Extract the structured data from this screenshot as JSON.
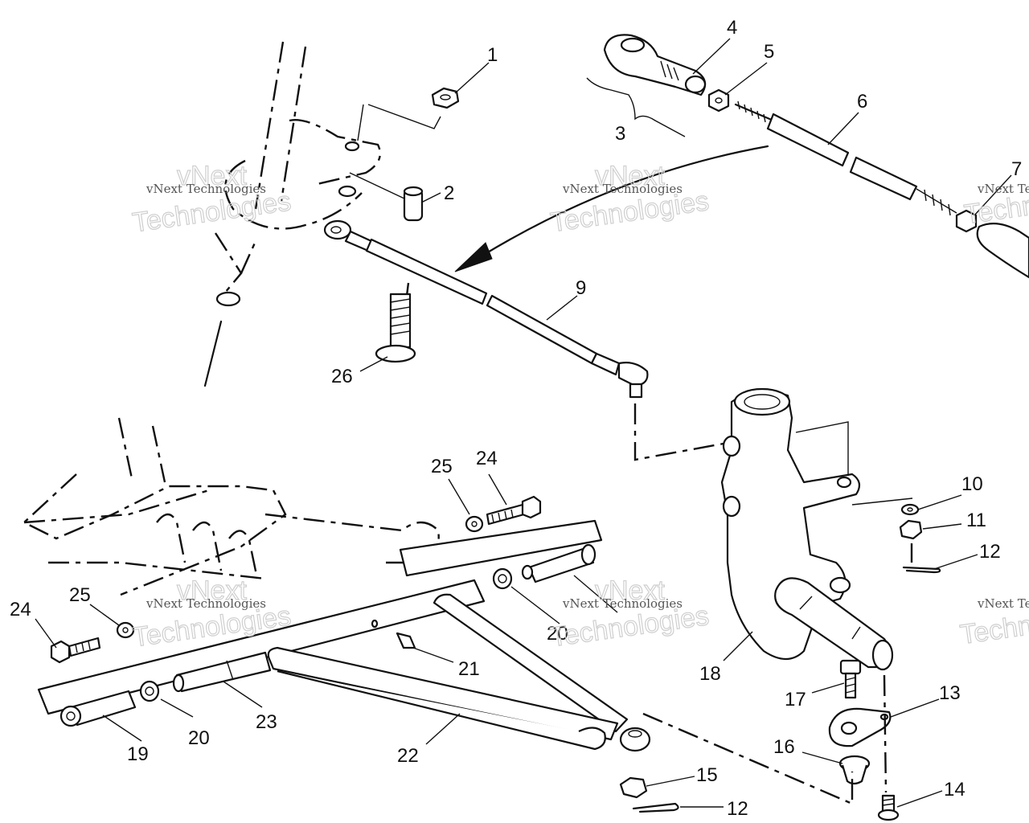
{
  "diagram": {
    "callouts": [
      "1",
      "2",
      "3",
      "4",
      "5",
      "6",
      "7",
      "9",
      "10",
      "11",
      "12",
      "13",
      "14",
      "15",
      "12",
      "16",
      "17",
      "18",
      "19",
      "20",
      "20",
      "21",
      "22",
      "23",
      "24",
      "24",
      "25",
      "25",
      "26"
    ],
    "watermark": {
      "line1": "vNext Technologies",
      "line2": "Technologies",
      "overlay": "vNext"
    }
  }
}
